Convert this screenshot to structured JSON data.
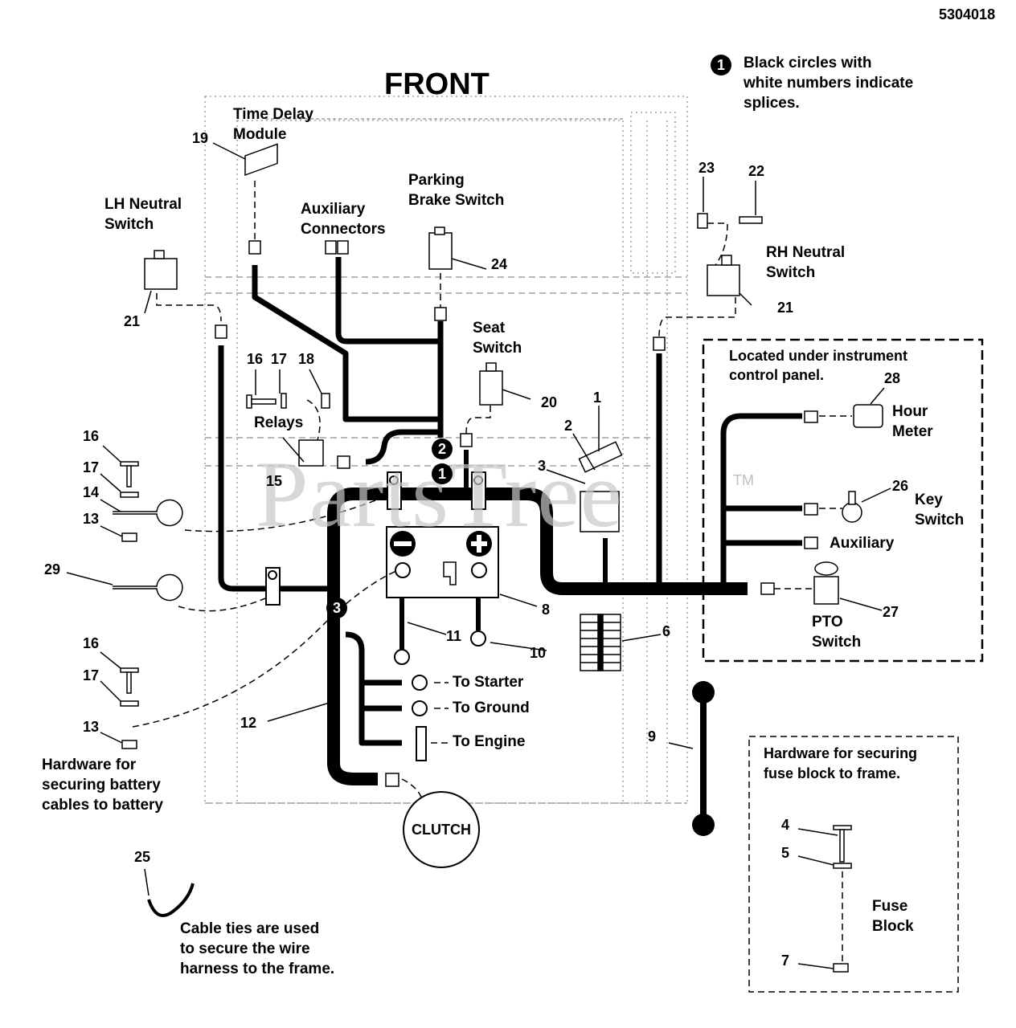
{
  "document_number": "5304018",
  "title": "FRONT",
  "legend": {
    "splice_example": "1",
    "text": "Black circles with\nwhite numbers indicate\nsplices."
  },
  "watermark": {
    "text": "PartsTree",
    "tm": "TM"
  },
  "components": {
    "time_delay_module": "Time Delay\nModule",
    "lh_neutral_switch": "LH Neutral\nSwitch",
    "auxiliary_connectors": "Auxiliary\nConnectors",
    "parking_brake_switch": "Parking\nBrake Switch",
    "rh_neutral_switch": "RH Neutral\nSwitch",
    "seat_switch": "Seat\nSwitch",
    "relays": "Relays",
    "hour_meter": "Hour\nMeter",
    "key_switch": "Key\nSwitch",
    "auxiliary": "Auxiliary",
    "pto_switch": "PTO\nSwitch",
    "to_starter": "To Starter",
    "to_ground": "To Ground",
    "to_engine": "To Engine",
    "clutch": "CLUTCH",
    "fuse_block": "Fuse\nBlock"
  },
  "notes": {
    "instrument_panel": "Located under instrument\ncontrol panel.",
    "battery_hardware": "Hardware for\nsecuring battery\ncables to battery",
    "fuse_hardware": "Hardware for securing\nfuse block to frame.",
    "cable_ties": "Cable ties are used\nto secure the wire\nharness to the frame."
  },
  "splices": [
    "1",
    "2",
    "3"
  ],
  "callouts": {
    "c1": "1",
    "c2": "2",
    "c3": "3",
    "c4": "4",
    "c5": "5",
    "c6": "6",
    "c7": "7",
    "c8": "8",
    "c9": "9",
    "c10": "10",
    "c11": "11",
    "c12": "12",
    "c13a": "13",
    "c14": "14",
    "c16a": "16",
    "c17a": "17",
    "c13b": "13",
    "c16b": "16",
    "c17b": "17",
    "c15": "15",
    "c16c": "16",
    "c17c": "17",
    "c18": "18",
    "c19": "19",
    "c20": "20",
    "c21a": "21",
    "c21b": "21",
    "c22": "22",
    "c23": "23",
    "c24": "24",
    "c25": "25",
    "c26": "26",
    "c27": "27",
    "c28": "28",
    "c29": "29"
  }
}
